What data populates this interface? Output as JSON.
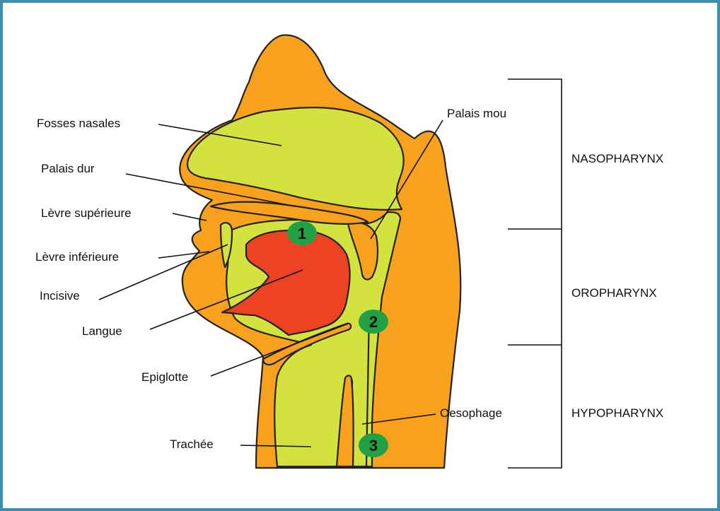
{
  "colors": {
    "frame": "#3a8fb3",
    "orange": "#f7a11f",
    "green": "#d4e23f",
    "red": "#ec4325",
    "marker": "#22a045",
    "outline": "#222222"
  },
  "labels": {
    "fosses_nasales": "Fosses nasales",
    "palais_dur": "Palais dur",
    "levre_superieure": "Lèvre supérieure",
    "levre_inferieure": "Lèvre inférieure",
    "incisive": "Incisive",
    "langue": "Langue",
    "epiglotte": "Epiglotte",
    "trachee": "Trachée",
    "palais_mou": "Palais mou",
    "oesophage": "Oesophage"
  },
  "regions": {
    "nasopharynx": "NASOPHARYNX",
    "oropharynx": "OROPHARYNX",
    "hypopharynx": "HYPOPHARYNX"
  },
  "markers": [
    "1",
    "2",
    "3"
  ]
}
